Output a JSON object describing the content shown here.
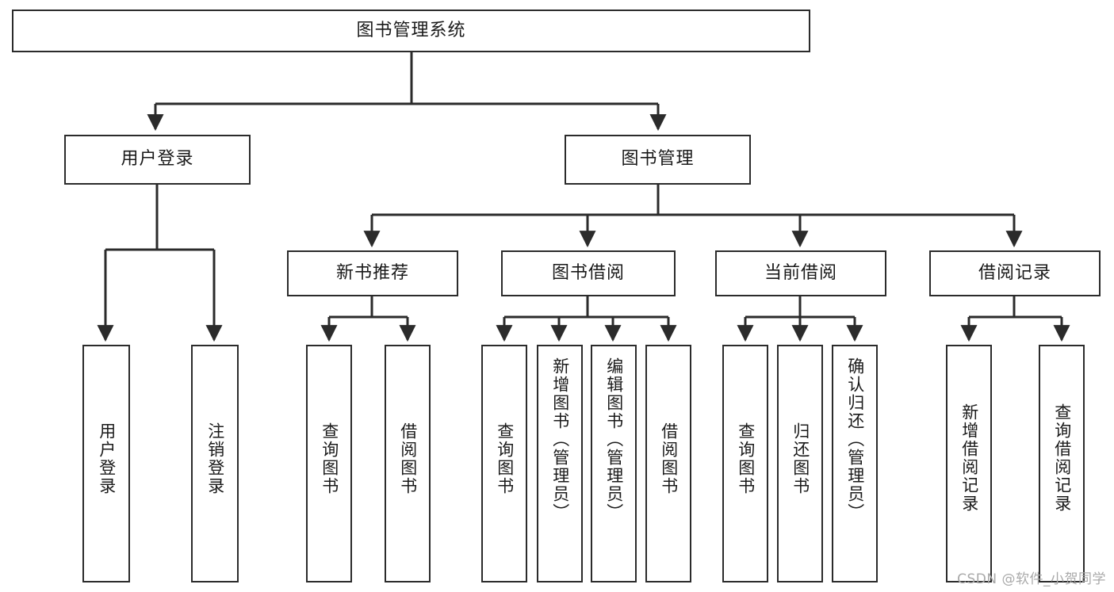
{
  "diagram": {
    "title": "图书管理系统",
    "type": "tree-functional-decomposition",
    "watermark": "CSDN @软件_小贺同学",
    "colors": {
      "stroke": "#2b2b2b",
      "fill": "#ffffff",
      "text": "#1a1a1a",
      "watermark": "#a9a9a9"
    },
    "nodes": {
      "root": {
        "label": "图书管理系统"
      },
      "level2": [
        {
          "label": "用户登录"
        },
        {
          "label": "图书管理"
        }
      ],
      "level3": [
        {
          "label": "新书推荐"
        },
        {
          "label": "图书借阅"
        },
        {
          "label": "当前借阅"
        },
        {
          "label": "借阅记录"
        }
      ],
      "leaves_user_login": [
        {
          "label": "用户登录"
        },
        {
          "label": "注销登录"
        }
      ],
      "leaves_new_book": [
        {
          "label": "查询图书"
        },
        {
          "label": "借阅图书"
        }
      ],
      "leaves_borrow": [
        {
          "label": "查询图书"
        },
        {
          "label": "新增图书（管理员）"
        },
        {
          "label": "编辑图书（管理员）"
        },
        {
          "label": "借阅图书"
        }
      ],
      "leaves_current": [
        {
          "label": "查询图书"
        },
        {
          "label": "归还图书"
        },
        {
          "label": "确认归还（管理员）"
        }
      ],
      "leaves_record": [
        {
          "label": "新增借阅记录"
        },
        {
          "label": "查询借阅记录"
        }
      ]
    }
  }
}
